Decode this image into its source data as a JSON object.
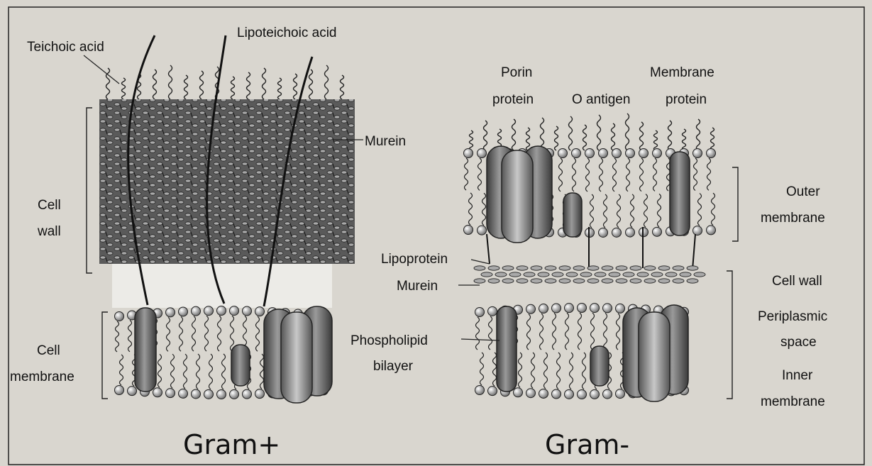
{
  "gram_positive": {
    "title": "Gram+",
    "labels": {
      "teichoic_acid": "Teichoic acid",
      "lipoteichoic_acid": "Lipoteichoic acid",
      "murein": "Murein",
      "cell_wall_line1": "Cell",
      "cell_wall_line2": "wall",
      "cell_membrane_line1": "Cell",
      "cell_membrane_line2": "membrane"
    }
  },
  "gram_negative": {
    "title": "Gram-",
    "labels": {
      "porin_line1": "Porin",
      "porin_line2": "protein",
      "o_antigen": "O antigen",
      "membrane_protein_line1": "Membrane",
      "membrane_protein_line2": "protein",
      "outer_membrane_line1": "Outer",
      "outer_membrane_line2": "membrane",
      "lipoprotein": "Lipoprotein",
      "murein": "Murein",
      "cell_wall": "Cell wall",
      "periplasmic_line1": "Periplasmic",
      "periplasmic_line2": "space",
      "phospholipid_line1": "Phospholipid",
      "phospholipid_line2": "bilayer",
      "inner_membrane_line1": "Inner",
      "inner_membrane_line2": "membrane"
    }
  },
  "colors": {
    "background": "#d9d6cf",
    "ink": "#111111",
    "protein": "#5d5d5d",
    "murein": "#4a4a4a",
    "periplasm": "#ecebe7"
  }
}
